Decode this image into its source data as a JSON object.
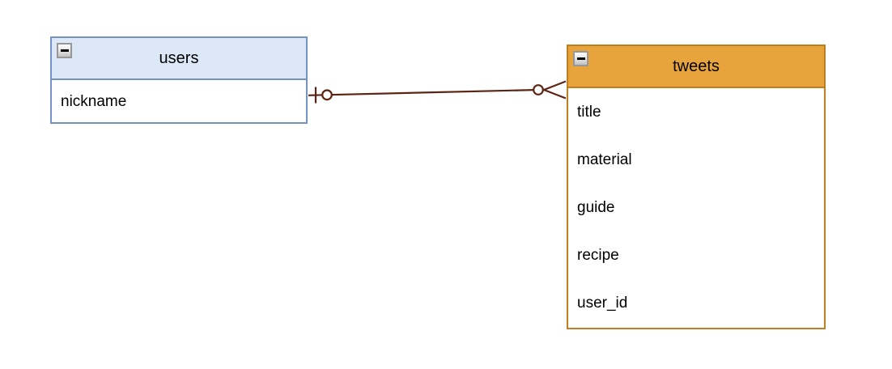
{
  "tables": [
    {
      "title": "users",
      "fields": [
        "nickname"
      ],
      "colors": {
        "header_bg": "#dce8f8",
        "border": "#7592c6"
      },
      "collapse_icon": "minus"
    },
    {
      "title": "tweets",
      "fields": [
        "title",
        "material",
        "guide",
        "recipe",
        "user_id"
      ],
      "colors": {
        "header_bg": "#e7a43c",
        "border": "#c07e22"
      },
      "collapse_icon": "minus"
    }
  ],
  "relationship": {
    "from": "users",
    "to": "tweets",
    "color": "#5c2414",
    "from_notation": "bar-circle-one-optional",
    "to_notation": "circle-crows-foot-many-optional"
  }
}
